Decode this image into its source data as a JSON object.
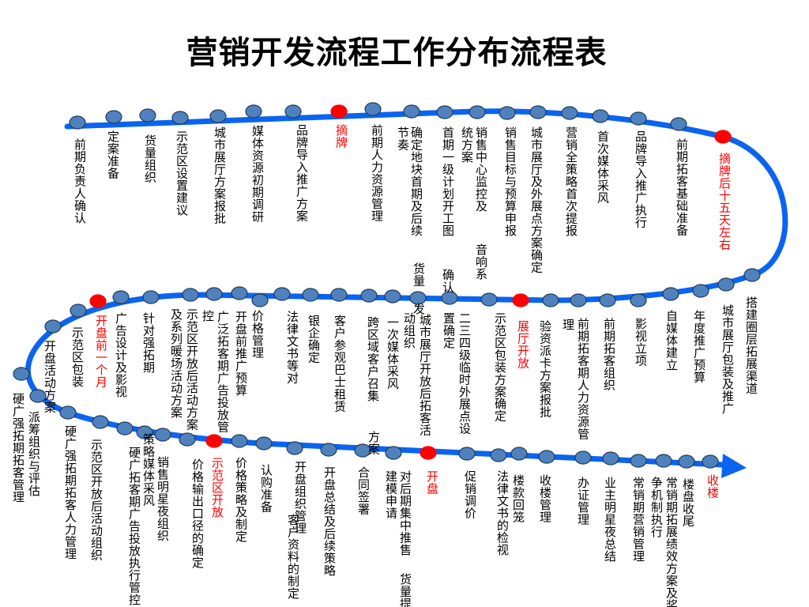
{
  "title": "营销开发流程工作分布流程表",
  "colors": {
    "path": "#0a64f0",
    "node": "#4f81bd",
    "node_border": "#1f3b5e",
    "milestone": "#ff0000",
    "text": "#000000"
  },
  "labels": [
    {
      "text": "前期负责人确认"
    },
    {
      "text": "定案准备"
    },
    {
      "text": "货量组织"
    },
    {
      "text": "示范区设置建议"
    },
    {
      "text": "城市展厅方案报批"
    },
    {
      "text": "媒体资源初期调研"
    },
    {
      "text": "品牌导入推广方案"
    },
    {
      "text": "摘牌",
      "milestone": true
    },
    {
      "text": "前期人力资源管理"
    },
    {
      "text": "节奏"
    },
    {
      "text": "确定地块首期及后续"
    },
    {
      "text": "首期一级计划开工图"
    },
    {
      "text": "确认"
    },
    {
      "text": "统方案"
    },
    {
      "text": "销售中心监控及"
    },
    {
      "text": "音响系"
    },
    {
      "text": "销售目标与预算申报"
    },
    {
      "text": "城市展厅及外展点方案确定"
    },
    {
      "text": "营销全策略首次提报"
    },
    {
      "text": "首次媒体采风"
    },
    {
      "text": "品牌导入推广执行"
    },
    {
      "text": "前期拓客基础准备"
    },
    {
      "text": "摘牌后十五天左右",
      "milestone": true
    },
    {
      "text": "搭建圈层拓展渠道"
    },
    {
      "text": "城市展厅包装及推广"
    },
    {
      "text": "年度推广预算"
    },
    {
      "text": "自媒体建立"
    },
    {
      "text": "影视立项"
    },
    {
      "text": "前期拓客组织"
    },
    {
      "text": "前期拓客期人力资源管"
    },
    {
      "text": "理"
    },
    {
      "text": "验资派卡方案报批"
    },
    {
      "text": "展厅开放",
      "milestone": true
    },
    {
      "text": "示范区包装方案"
    },
    {
      "text": "确定"
    },
    {
      "text": "二三四级临时外展点设"
    },
    {
      "text": "置确定"
    },
    {
      "text": "货量"
    },
    {
      "text": "发"
    },
    {
      "text": "城市展厅开放后拓客活"
    },
    {
      "text": "动组织"
    },
    {
      "text": "一次媒体采风"
    },
    {
      "text": "跨区域客户召集"
    },
    {
      "text": "方案"
    },
    {
      "text": "客户参观巴士租赁"
    },
    {
      "text": "银企确定"
    },
    {
      "text": "法律文书等对"
    },
    {
      "text": "价格管理"
    },
    {
      "text": "开盘前推广预算"
    },
    {
      "text": "广泛拓客期广告投放管"
    },
    {
      "text": "控"
    },
    {
      "text": "示范区开放后活动方案"
    },
    {
      "text": "及系列暖场活动方案"
    },
    {
      "text": "针对强拓期"
    },
    {
      "text": "广告设计及影视"
    },
    {
      "text": "开盘前一个月",
      "milestone": true
    },
    {
      "text": "示范区包装"
    },
    {
      "text": "开盘活动方案"
    },
    {
      "text": "派筹组织与评估"
    },
    {
      "text": "硬广强拓期拓客管理"
    },
    {
      "text": "硬广强拓期拓客人力管理"
    },
    {
      "text": "示范区开放后活动组织"
    },
    {
      "text": "硬广拓客期广告投放执行管控"
    },
    {
      "text": "策略媒体采风"
    },
    {
      "text": "销售明星夜组织"
    },
    {
      "text": "价格输出口径的确定"
    },
    {
      "text": "示范区开放",
      "milestone": true
    },
    {
      "text": "价格策略及制定"
    },
    {
      "text": "认购准备"
    },
    {
      "text": "开盘组织管理"
    },
    {
      "text": "客户资料的制定"
    },
    {
      "text": "开盘总结及后续策略"
    },
    {
      "text": "合同签署"
    },
    {
      "text": "建模申请"
    },
    {
      "text": "对后期集中推售"
    },
    {
      "text": "货量提"
    },
    {
      "text": "开盘",
      "milestone": true
    },
    {
      "text": "促销调价"
    },
    {
      "text": "法律文书的检视"
    },
    {
      "text": "楼款回笼"
    },
    {
      "text": "收楼管理"
    },
    {
      "text": "办证管理"
    },
    {
      "text": "业主明星夜总结"
    },
    {
      "text": "常销期营销管理"
    },
    {
      "text": "争机制执行"
    },
    {
      "text": "常销期拓展绩效方案及奖"
    },
    {
      "text": "楼盘收尾"
    },
    {
      "text": "收楼",
      "milestone": true
    }
  ]
}
